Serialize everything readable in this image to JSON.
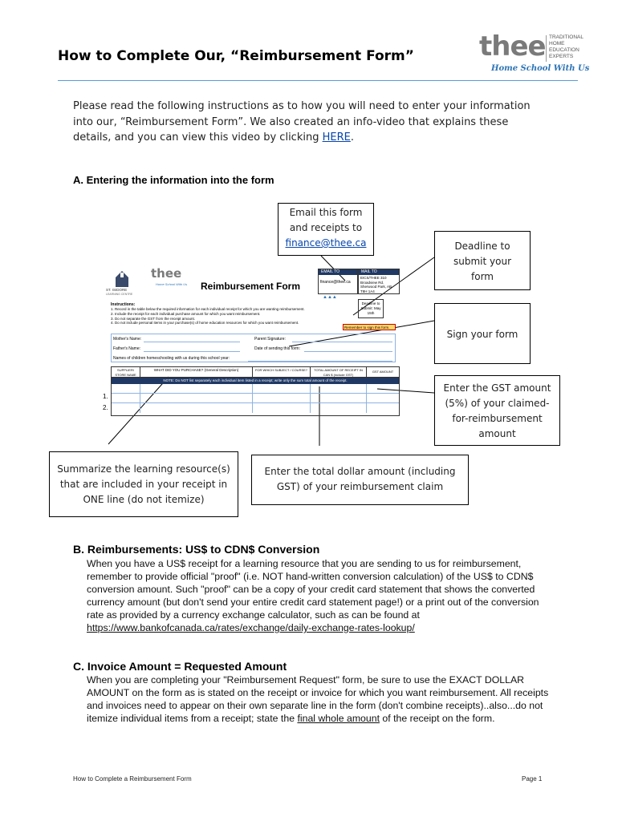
{
  "header": {
    "title": "How to Complete Our, “Reimbursement Form”",
    "logo_word": "thee",
    "logo_lines": [
      "TRADITIONAL",
      "HOME",
      "EDUCATION",
      "EXPERTS"
    ],
    "tagline": "Home School With Us"
  },
  "intro": {
    "text_before": "Please read the following instructions as to how you will need to enter your information into our, “Reimbursement Form”.  We also created an info-video that explains these details, and you can view this video by clicking ",
    "link": "HERE",
    "text_after": "."
  },
  "section_a": {
    "heading": "A. Entering the information into the form",
    "callouts": {
      "email_lines": [
        "Email this form",
        "and receipts to"
      ],
      "email_link": "finance@thee.ca",
      "deadline": "Deadline to submit your form",
      "sign": "Sign your form",
      "gst": "Enter the GST amount (5%) of your claimed-for-reimbursement amount",
      "summarize": "Summarize the learning resource(s) that are included in your receipt in ONE line (do not itemize)",
      "total": "Enter the total dollar amount (including GST) of your reimbursement claim"
    },
    "form": {
      "logo_left": "ST. ISIDORE",
      "logo_left_sub": "LEARNING CENTRE",
      "logo_word": "thee",
      "tagline": "Home School With Us",
      "title": "Reimbursement Form",
      "email_to_label": "EMAIL TO",
      "email_to_value": "finance@thee.ca",
      "mail_to_label": "MAIL TO",
      "mail_to_value": "EICS/THEE 310 Broadview Rd. Sherwood Park, AB T8H 1A4",
      "deadline_box": "Deadline to Submit: May 15th",
      "instructions_heading": "Instructions:",
      "instructions": [
        "1. Record in the table below the required information for each individual receipt for which you are wanting reimbursement.",
        "2. Include the receipt for each individual purchase amount for which you want reimbursement.",
        "3. Do not separate the GST from the receipt amount.",
        "4. Do not include personal items in your purchase(s) of home education resources for which you want reimbursement."
      ],
      "reminder": "Remember to sign this form.",
      "mother": "Mother's Name:",
      "father": "Father's Name:",
      "parent_signature": "Parent Signature:",
      "date_sending": "Date of sending this form:",
      "children": "Names of children homeschooling with us during this school year:",
      "columns": [
        "SUPPLIER/ STORE NAME",
        "WHAT DID YOU PURCHASE? (General Description)",
        "FOR WHICH SUBJECT / COURSE?",
        "TOTAL AMOUNT OF RECEIPT IN CAN $ (include GST)",
        "GST AMOUNT"
      ],
      "note": "NOTE: Do NOT list separately each individual item listed in a receipt; write only the sum total amount of the receipt.",
      "rows": [
        "1.",
        "2."
      ]
    }
  },
  "section_b": {
    "heading": "B. Reimbursements: US$ to CDN$ Conversion",
    "body": "When you have a US$ receipt for a learning resource that you are sending to us for reimbursement, remember to provide official \"proof\" (i.e. NOT hand-written conversion calculation) of the US$ to CDN$ conversion amount. Such \"proof\" can be a copy of your credit card statement that shows the converted currency amount (but don't send your entire credit card statement page!) or a print out of the conversion rate as provided by a currency exchange calculator, such as can be found at ",
    "link": "https://www.bankofcanada.ca/rates/exchange/daily-exchange-rates-lookup/"
  },
  "section_c": {
    "heading": "C. Invoice Amount = Requested Amount",
    "body": "When you are completing your \"Reimbursement Request\" form, be sure to use the EXACT DOLLAR AMOUNT on the form as is stated on the receipt or invoice for which you want reimbursement. All receipts and invoices need to appear on their own separate line in the form (don't combine receipts)..also...do not itemize individual items from a receipt; state the ",
    "underlined": "final whole amount",
    "body_end": " of the receipt on the form."
  },
  "footer": {
    "left": "How to Complete a Reimbursement Form",
    "right": "Page  1"
  },
  "colors": {
    "rule": "#5b9bd5",
    "link": "#0645ad",
    "table_header": "#1f3864",
    "highlight": "#ffd966"
  }
}
